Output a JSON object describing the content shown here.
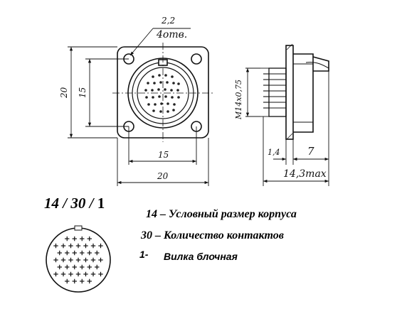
{
  "dimensions": {
    "hole_diameter": "2,2",
    "holes_count": "4отв.",
    "front_height": "20",
    "front_hole_spacing_v": "15",
    "front_hole_spacing_h": "15",
    "front_width": "20",
    "thread": "M14x0,75",
    "flange_thickness": "1,4",
    "body_length": "7",
    "max_length": "14,3max"
  },
  "designation": {
    "size": "14",
    "contacts": "30",
    "variant": "1",
    "sep": " / "
  },
  "legend": [
    {
      "num": "14",
      "dash": " – ",
      "text": "Условный размер корпуса"
    },
    {
      "num": "30",
      "dash": " –  ",
      "text": "Количество контактов"
    },
    {
      "num": "1-",
      "text": "Вилка блочная"
    }
  ]
}
